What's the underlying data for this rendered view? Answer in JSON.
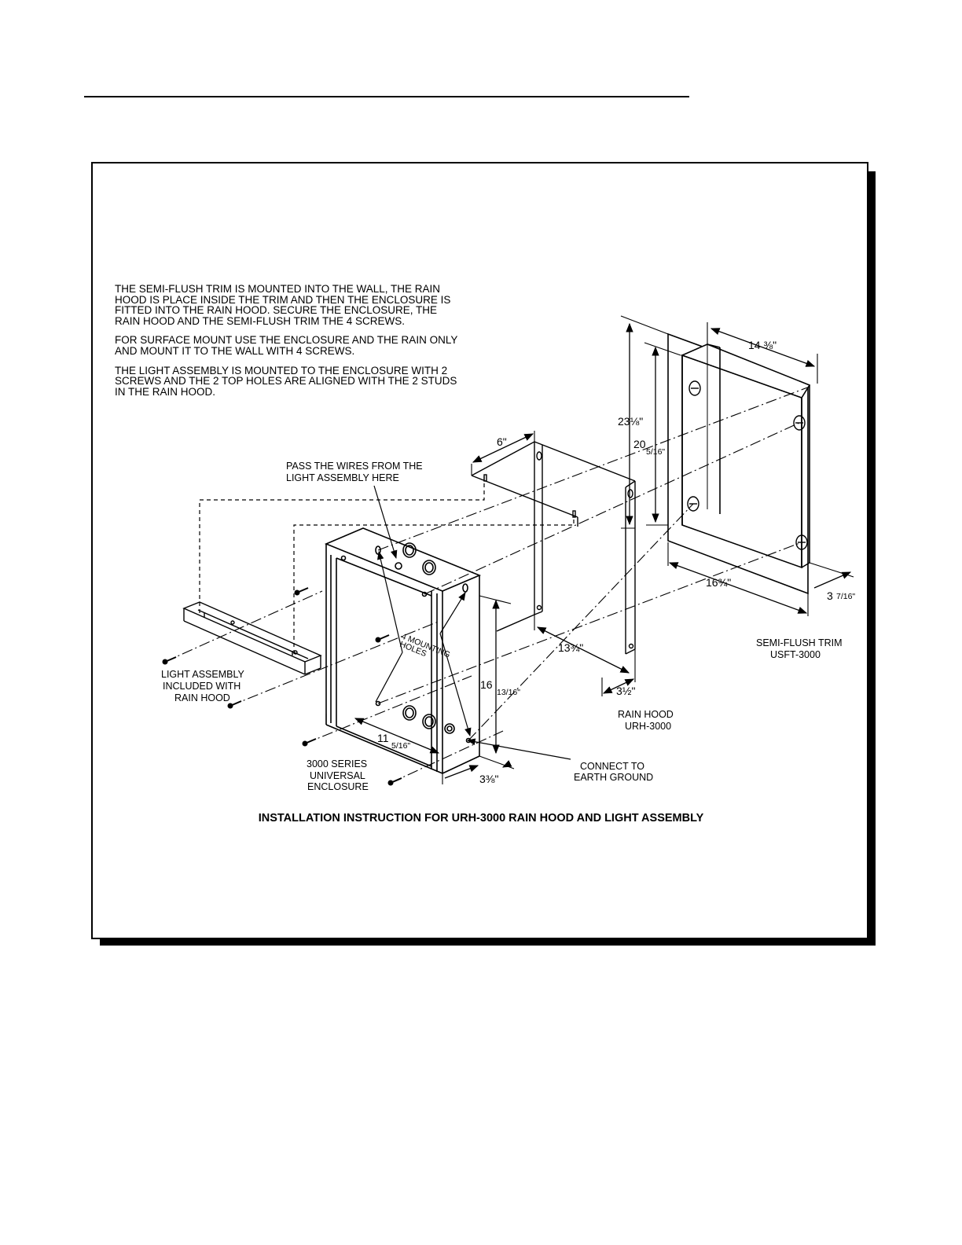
{
  "instructions": [
    "THE SEMI-FLUSH TRIM IS MOUNTED INTO THE WALL, THE RAIN HOOD IS PLACE INSIDE THE TRIM AND THEN THE ENCLOSURE IS FITTED INTO THE RAIN HOOD.  SECURE THE ENCLOSURE, THE RAIN HOOD AND THE SEMI-FLUSH TRIM THE 4 SCREWS.",
    "FOR SURFACE MOUNT USE THE ENCLOSURE AND THE RAIN ONLY AND MOUNT IT TO THE WALL WITH 4 SCREWS.",
    "THE LIGHT ASSEMBLY IS MOUNTED TO THE ENCLOSURE WITH 2 SCREWS AND THE 2 TOP HOLES ARE ALIGNED WITH THE 2 STUDS IN THE RAIN HOOD."
  ],
  "labels": {
    "pass_wires_1": "PASS THE WIRES FROM THE",
    "pass_wires_2": "LIGHT ASSEMBLY HERE",
    "light_1": "LIGHT ASSEMBLY",
    "light_2": "INCLUDED WITH",
    "light_3": "RAIN HOOD",
    "mounting_1": "4 MOUNTING",
    "mounting_2": "HOLES",
    "enclosure_1": "3000 SERIES",
    "enclosure_2": "UNIVERSAL",
    "enclosure_3": "ENCLOSURE",
    "ground_1": "CONNECT TO",
    "ground_2": "EARTH GROUND",
    "rain_hood_1": "RAIN HOOD",
    "rain_hood_2": "URH-3000",
    "trim_1": "SEMI-FLUSH TRIM",
    "trim_2": "USFT-3000"
  },
  "dimensions": {
    "trim_width": "14 ⅜\"",
    "trim_height_outer": "23⅛\"",
    "trim_height_inner_whole": "20",
    "trim_height_inner_frac": "5/16\"",
    "trim_bottom_width": "16¾\"",
    "trim_depth_whole": "3",
    "trim_depth_frac": "7/16\"",
    "hood_depth": "6\"",
    "hood_width": "13¾\"",
    "hood_flange": "3½\"",
    "enclosure_height_whole": "16",
    "enclosure_height_frac": "13/16\"",
    "enclosure_width_whole": "11",
    "enclosure_width_frac": "5/16\"",
    "enclosure_depth": "3⅜\""
  },
  "caption": "INSTALLATION INSTRUCTION FOR URH-3000 RAIN HOOD AND LIGHT ASSEMBLY"
}
